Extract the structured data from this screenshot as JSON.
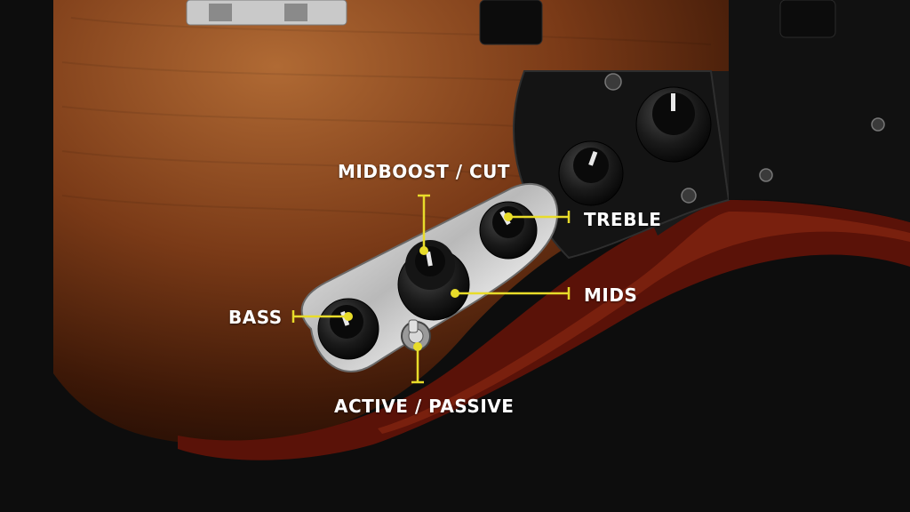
{
  "labels": {
    "mid_boost_cut": "MIDBOOST / CUT",
    "treble": "TREBLE",
    "mids": "MIDS",
    "bass": "BASS",
    "active_passive": "ACTIVE / PASSIVE"
  },
  "colors": {
    "callout": "#e8dc2a",
    "label_text": "#ffffff",
    "background": "#0d0d0d",
    "body_finish": "#6b2d12"
  }
}
